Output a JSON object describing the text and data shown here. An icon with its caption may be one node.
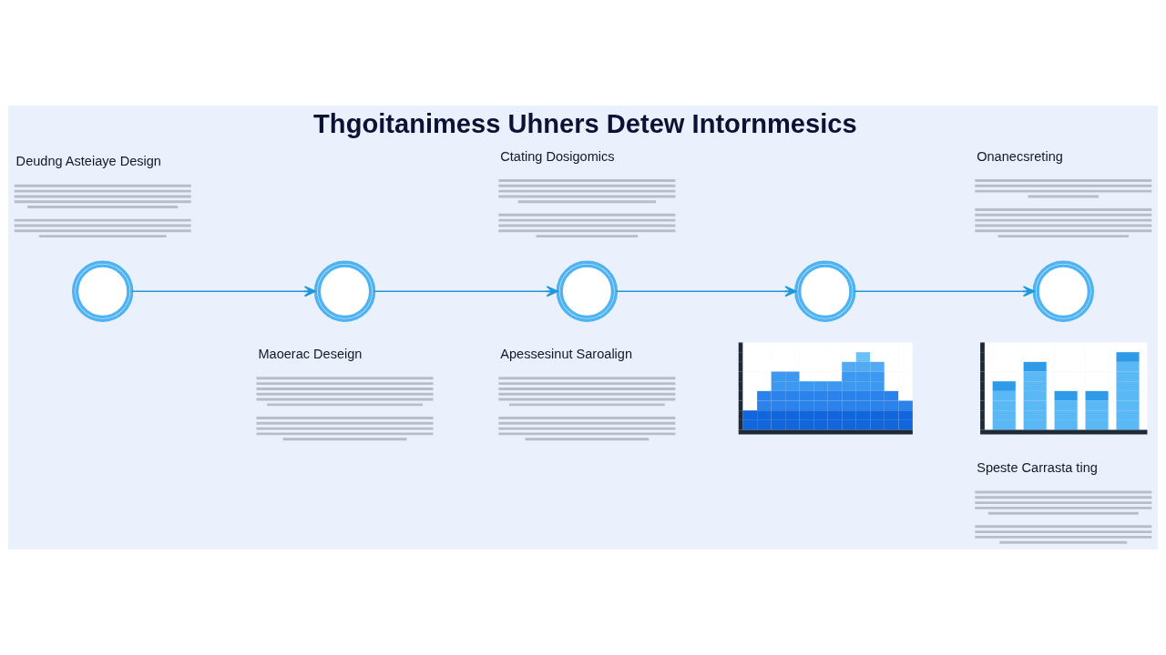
{
  "diagram": {
    "title": "Thgoitanimess Uhners Detew Intornmesics",
    "nodes": [
      {
        "text": [],
        "shape": "circle"
      },
      {
        "text": [],
        "shape": "circle",
        "beside": [
          "Maoerac Deseign"
        ]
      },
      {
        "text": [],
        "shape": "circle"
      },
      {
        "text": [],
        "shape": "circle"
      },
      {
        "text": [],
        "shape": "circle"
      },
      {
        "text": [],
        "shape": "picture"
      },
      {
        "text": [],
        "shape": "picture"
      }
    ],
    "edges": [
      {
        "from": 0,
        "to": 1,
        "arrow": "to"
      },
      {
        "from": 1,
        "to": 2,
        "arrow": "to"
      },
      {
        "from": 2,
        "to": 3,
        "arrow": "to"
      },
      {
        "from": 3,
        "to": 4,
        "arrow": "to"
      }
    ],
    "labels": [
      "Deudng Asteiaye Design",
      "Ctating Dosigomics",
      "Onanecsreting",
      "Apessesinut Saroalign",
      "Speste Carrasta ting"
    ]
  }
}
